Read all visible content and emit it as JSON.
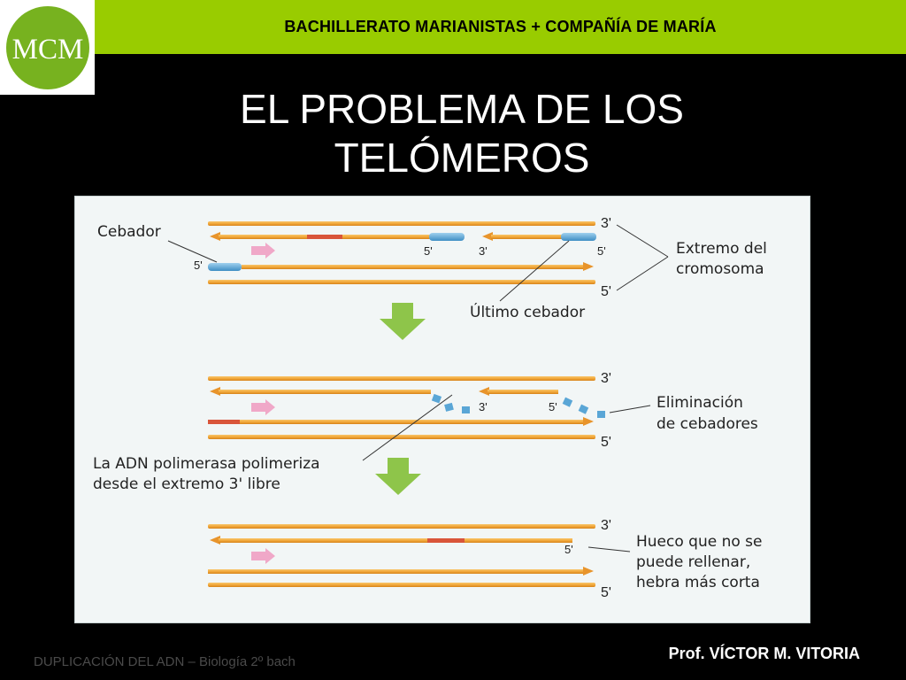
{
  "logo": {
    "text": "MCM",
    "colors": {
      "circle": "#77b21f",
      "text": "#ffffff",
      "accent": "#4a8a10"
    }
  },
  "header": {
    "text": "BACHILLERATO MARIANISTAS + COMPAÑÍA DE MARÍA",
    "bg": "#99cc00"
  },
  "title": {
    "line1": "EL PROBLEMA DE LOS",
    "line2": "TELÓMEROS"
  },
  "diagram": {
    "labels": {
      "cebador": "Cebador",
      "ultimo_cebador": "Último cebador",
      "extremo_l1": "Extremo del",
      "extremo_l2": "cromosoma",
      "elim_l1": "Eliminación",
      "elim_l2": "de cebadores",
      "adn_l1": "La ADN polimerasa polimeriza",
      "adn_l2": "desde el extremo 3' libre",
      "hueco_l1": "Hueco que no se",
      "hueco_l2": "puede rellenar,",
      "hueco_l3": "hebra más corta"
    },
    "ends": {
      "p1_top": "3'",
      "p1_bot": "5'",
      "p1_a": "5'",
      "p1_b": "3'",
      "p1_c": "5'",
      "p1_d": "5'",
      "p2_top": "3'",
      "p2_bot": "5'",
      "p2_a": "3'",
      "p2_b": "5'",
      "p3_top": "3'",
      "p3_bot": "5'",
      "p3_a": "5'"
    },
    "colors": {
      "strand": "#f2a93b",
      "strand_edge": "#d6821a",
      "primer": "#5aa6d6",
      "rna": "#d9553a",
      "green_arrow": "#8ec54a",
      "pink_arrow": "#f0a8c8"
    }
  },
  "footer": {
    "left": "DUPLICACIÓN DEL ADN – Biología 2º bach",
    "right": "Prof. VÍCTOR M. VITORIA"
  }
}
